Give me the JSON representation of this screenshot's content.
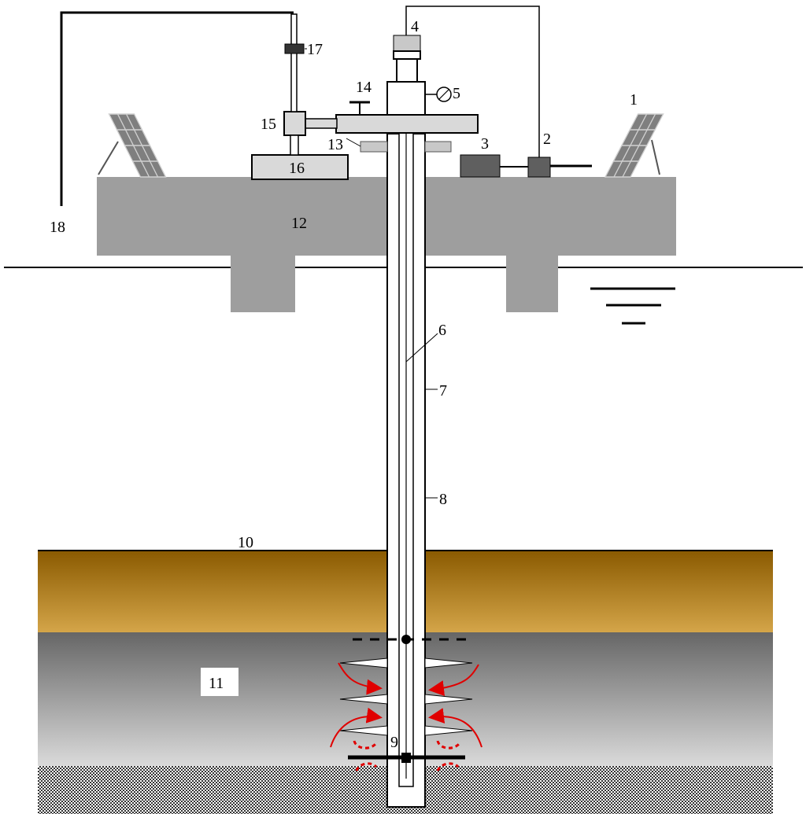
{
  "labels": {
    "l1": "1",
    "l2": "2",
    "l3": "3",
    "l4": "4",
    "l5": "5",
    "l6": "6",
    "l7": "7",
    "l8": "8",
    "l9": "9",
    "l10": "10",
    "l11": "11",
    "l12": "12",
    "l13": "13",
    "l14": "14",
    "l15": "15",
    "l16": "16",
    "l17": "17",
    "l18": "18"
  },
  "colors": {
    "platform": "#9e9e9e",
    "solar_panel": "#7f7f7f",
    "equipment_dark": "#5f5f5f",
    "equipment_light": "#d9d9d9",
    "overburden_top": "#8a5a00",
    "overburden_bottom": "#c89a3c",
    "reservoir_top": "#6e6e6e",
    "reservoir_bottom": "#d6d6d6",
    "flow_arrow": "#e00000"
  },
  "icons": {
    "pressure_gauge": "gauge-icon",
    "valve": "valve-icon"
  }
}
